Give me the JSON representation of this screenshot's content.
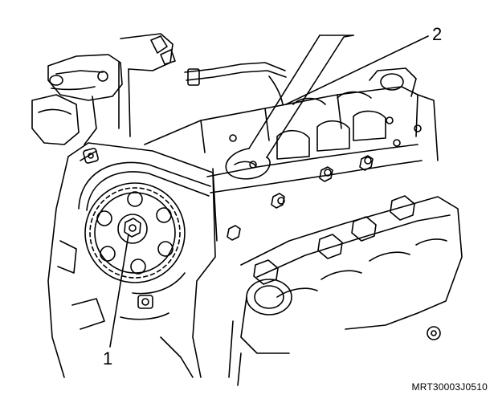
{
  "callouts": {
    "one": "1",
    "two": "2"
  },
  "figure_code": "MRT30003J0510",
  "colors": {
    "line": "#000000",
    "background": "#ffffff"
  },
  "icons": {
    "main": "engine-line-drawing",
    "part_1": "camshaft-sprocket-bolt",
    "part_2": "wrench-tool"
  }
}
